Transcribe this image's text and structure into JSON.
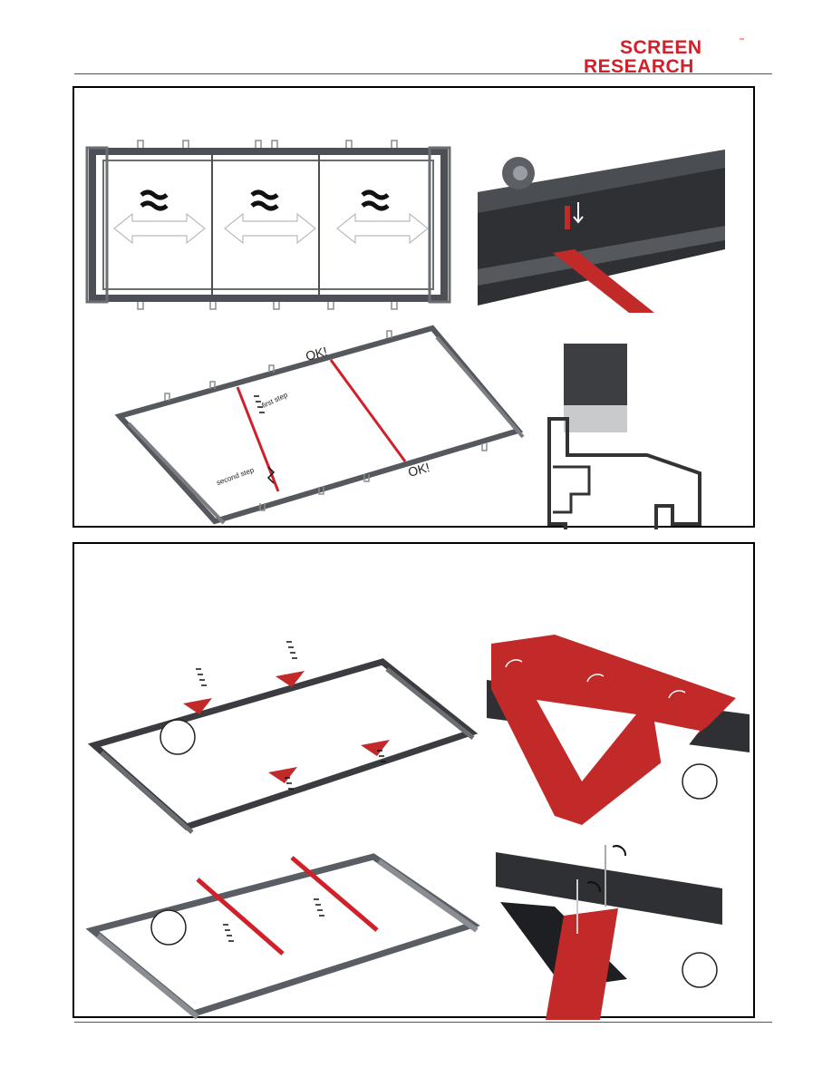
{
  "brand": {
    "line1": "SCREEN",
    "line2": "RESEARCH",
    "trademark": "™",
    "color": "#d0202a"
  },
  "panel1": {
    "labels": {
      "ok_top": "OK!",
      "ok_bottom": "OK!",
      "first_step": "first step",
      "second_step": "second step"
    },
    "icons": [
      "wave-approx-icon",
      "double-arrow-icon",
      "push-down-arrow-icon",
      "step-glyph-icon"
    ]
  },
  "panel2": {
    "icons": [
      "step-glyph-icon",
      "rotate-arrow-icon",
      "callout-circle-icon"
    ]
  },
  "colors": {
    "frame": "#5a5d63",
    "frame_dark": "#3a3c40",
    "bracket_red": "#c22a2a",
    "accent_red": "#d0202a"
  }
}
